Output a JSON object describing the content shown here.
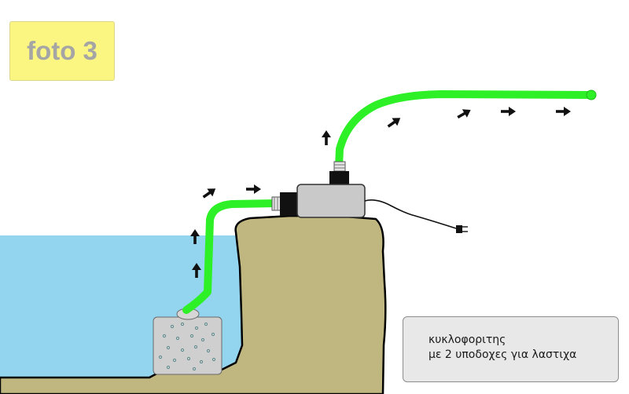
{
  "photo_label": "foto 3",
  "caption": {
    "line1": "κυκλοφοριτης",
    "line2": "με 2 υποδοχες για λαστιχα"
  },
  "colors": {
    "water": "#93d5ef",
    "ground": "#c0b780",
    "hose": "#2ef026",
    "pump_body": "#c9c9c9",
    "filter_stone": "#cfcfcf",
    "label_bg": "#fbf582",
    "caption_bg": "#e8e8e8"
  },
  "icons": {
    "flow_arrow": "arrow-icon",
    "power_plug": "plug-icon"
  }
}
